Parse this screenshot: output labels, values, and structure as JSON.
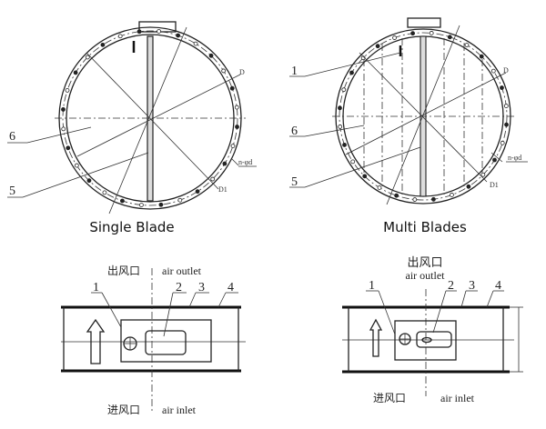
{
  "single": {
    "caption": "Single Blade",
    "labels": {
      "six": "6",
      "five": "5",
      "d": "D",
      "d1": "D1",
      "holes": "n-φd"
    }
  },
  "multi": {
    "caption": "Multi Blades",
    "labels": {
      "one": "1",
      "six": "6",
      "five": "5",
      "d": "D",
      "d1": "D1",
      "holes": "n-φd"
    }
  },
  "side_left": {
    "outlet_cn": "出风口",
    "outlet_en": "air outlet",
    "inlet_cn": "进风口",
    "inlet_en": "air inlet",
    "parts": [
      "1",
      "2",
      "3",
      "4"
    ]
  },
  "side_right": {
    "outlet_cn": "出风口",
    "outlet_en": "air outlet",
    "inlet_cn": "进风口",
    "inlet_en": "air inlet",
    "parts": [
      "1",
      "2",
      "3",
      "4"
    ]
  }
}
